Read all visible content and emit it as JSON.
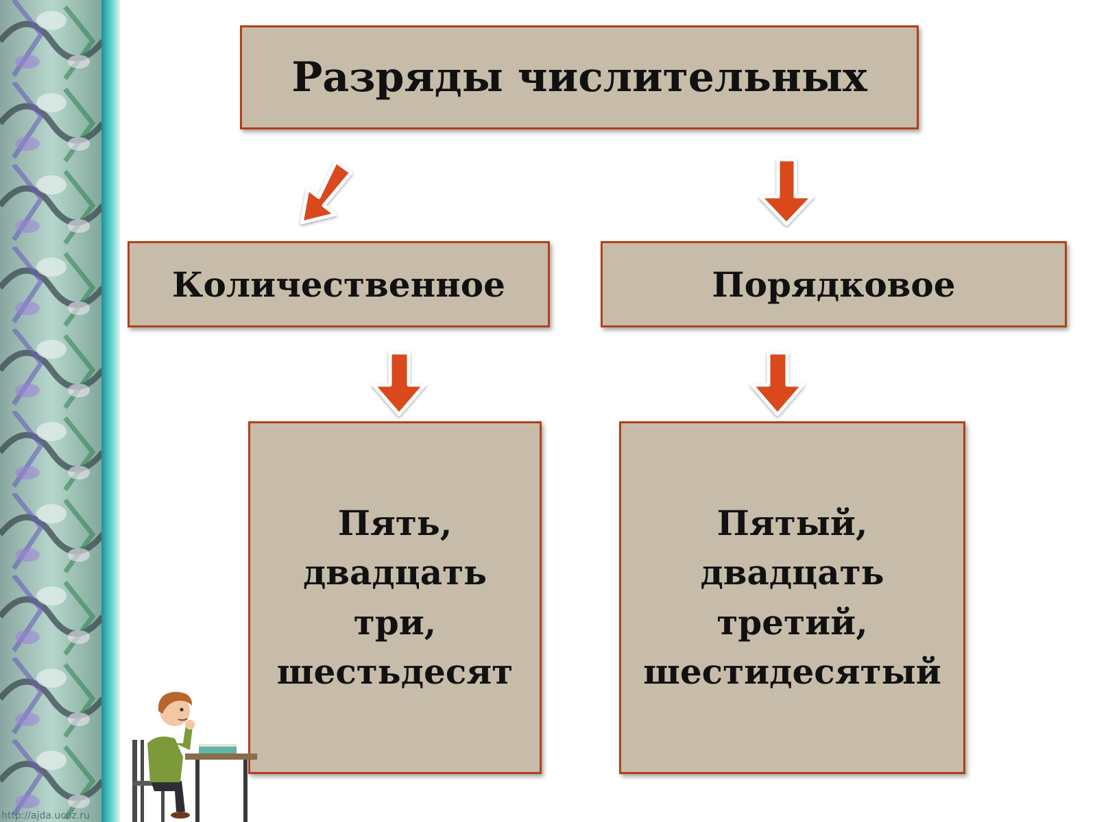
{
  "title": "Разряды числительных",
  "categories": [
    {
      "label": "Количественное",
      "example_lines": [
        "Пять,",
        "двадцать три,",
        "шестьдесят"
      ]
    },
    {
      "label": "Порядковое",
      "example_lines": [
        "Пятый,",
        "двадцать",
        "третий,",
        "шестидесятый"
      ]
    }
  ],
  "watermark": "http://ajda.ucoz.ru",
  "colors": {
    "box_fill": "#c7bca9",
    "box_border": "#b0401a",
    "arrow_fill": "#d9481c",
    "strip_teal": "#3bb4b0"
  }
}
